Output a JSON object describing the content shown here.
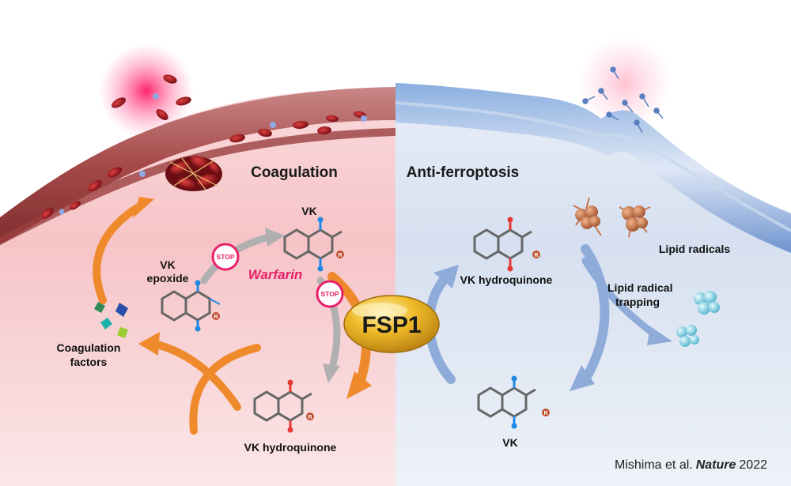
{
  "left_panel": {
    "title": "Coagulation",
    "vk_label": "VK",
    "vk_epoxide_line1": "VK",
    "vk_epoxide_line2": "epoxide",
    "vk_hydroquinone_label": "VK hydroquinone",
    "warfarin_label": "Warfarin",
    "stop_label": "STOP",
    "coag_factors_line1": "Coagulation",
    "coag_factors_line2": "factors"
  },
  "center": {
    "enzyme_label": "FSP1"
  },
  "right_panel": {
    "title": "Anti-ferroptosis",
    "vk_hydroquinone_label": "VK hydroquinone",
    "vk_label": "VK",
    "lipid_radicals_label": "Lipid radicals",
    "trapping_line1": "Lipid radical",
    "trapping_line2": "trapping"
  },
  "citation": {
    "authors": "Mishima et al.",
    "journal": "Nature",
    "year": "2022"
  },
  "molecule_r_label": "R",
  "colors": {
    "left_bg": "#f7c9cc",
    "right_bg": "#dbe4f2",
    "vessel": "#a84545",
    "membrane": "#6f94cf",
    "orange_arrow": "#ef8a2c",
    "blue_arrow": "#8fabd9",
    "gray_arrow": "#a9a9a9",
    "fsp1_gold": "#e0a41f",
    "warfarin_pink": "#e8206a"
  }
}
